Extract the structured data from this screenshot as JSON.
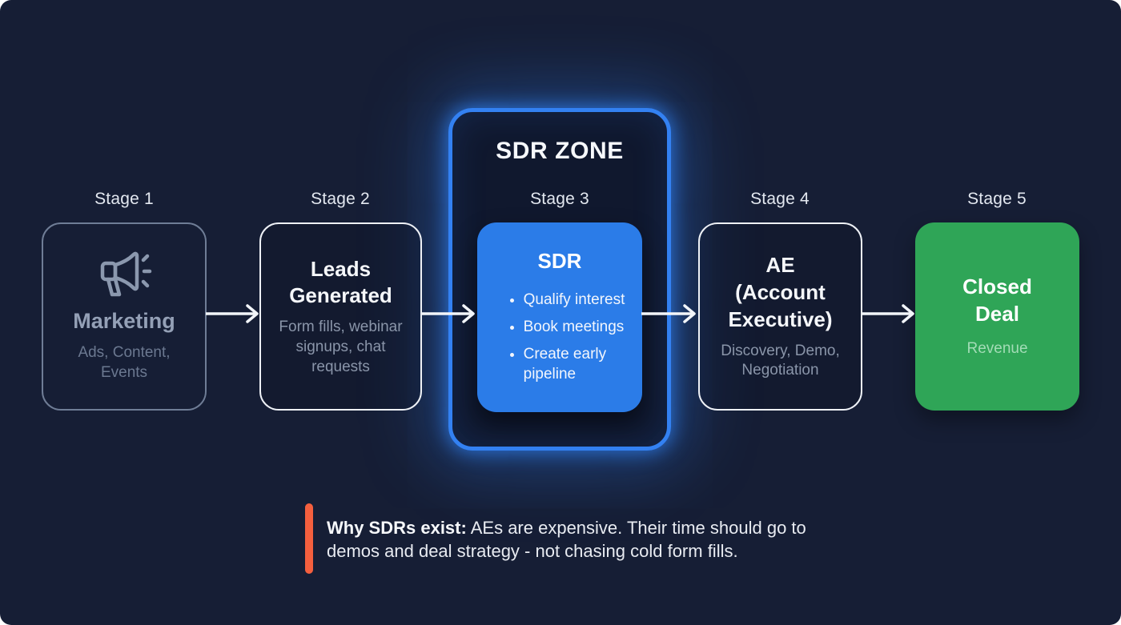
{
  "zone": {
    "title": "SDR ZONE"
  },
  "stages": [
    {
      "label": "Stage 1",
      "title": "Marketing",
      "subtitle": "Ads, Content,\nEvents",
      "icon": "megaphone-icon"
    },
    {
      "label": "Stage 2",
      "title": "Leads\nGenerated",
      "subtitle": "Form fills, webinar\nsignups, chat\nrequests"
    },
    {
      "label": "Stage 3",
      "title": "SDR",
      "bullets": [
        "Qualify interest",
        "Book meetings",
        "Create early pipeline"
      ]
    },
    {
      "label": "Stage 4",
      "title": "AE\n(Account\nExecutive)",
      "subtitle": "Discovery, Demo,\nNegotiation"
    },
    {
      "label": "Stage 5",
      "title": "Closed\nDeal",
      "subtitle": "Revenue"
    }
  ],
  "note": {
    "label": "Why SDRs exist:",
    "text": "AEs are expensive. Their time should go to demos and deal strategy - not chasing cold form fills."
  },
  "colors": {
    "background": "#161e35",
    "accent_blue": "#2b7ce8",
    "zone_border_blue": "#3381f2",
    "accent_green": "#2fa557",
    "accent_orange": "#f45f3e",
    "muted_grey": "#94a0b6",
    "arrow_white": "#f2f5f9"
  }
}
